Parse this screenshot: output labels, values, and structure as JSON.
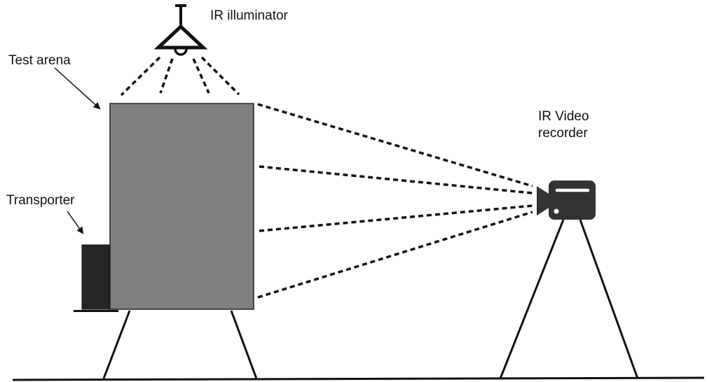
{
  "labels": {
    "illuminator": "IR illuminator",
    "arena": "Test arena",
    "transporter": "Transporter",
    "recorder_line1": "IR Video",
    "recorder_line2": "recorder"
  },
  "colors": {
    "arena_fill": "#808080",
    "transporter_fill": "#262626",
    "camera_fill": "#333333",
    "line": "#111111",
    "background": "#ffffff"
  },
  "icons": {
    "illuminator": "lamp-icon",
    "recorder": "video-camera-icon"
  }
}
